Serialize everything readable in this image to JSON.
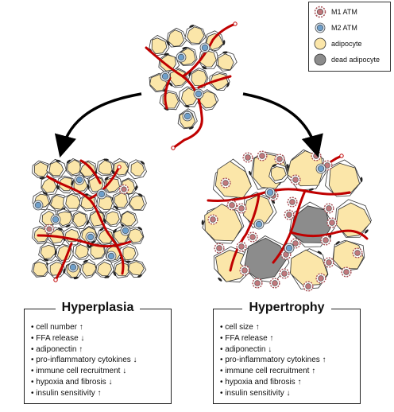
{
  "legend": {
    "items": [
      {
        "label": "M1 ATM",
        "icon": "m1-macrophage-icon"
      },
      {
        "label": "M2 ATM",
        "icon": "m2-macrophage-icon"
      },
      {
        "label": "adipocyte",
        "icon": "adipocyte-icon"
      },
      {
        "label": "dead adipocyte",
        "icon": "dead-adipocyte-icon"
      }
    ]
  },
  "panels": {
    "hyperplasia": {
      "title": "Hyperplasia",
      "effects": [
        "cell number ↑",
        "FFA release ↓",
        "adiponectin ↑",
        "pro-inflammatory cytokines ↓",
        "immune cell recruitment ↓",
        "hypoxia and fibrosis ↓",
        "insulin sensitivity ↑"
      ]
    },
    "hypertrophy": {
      "title": "Hypertrophy",
      "effects": [
        "cell size ↑",
        "FFA release ↑",
        "adiponectin ↓",
        "pro-inflammatory cytokines ↑",
        "immune cell recruitment ↑",
        "hypoxia and fibrosis ↑",
        "insulin sensitivity ↓"
      ]
    }
  },
  "colors": {
    "adipocyte_fill": "#fbe6a9",
    "dead_fill": "#8c8c8c",
    "m1": "#c0787c",
    "m2": "#6e9fcb",
    "vessel": "#c00000"
  }
}
